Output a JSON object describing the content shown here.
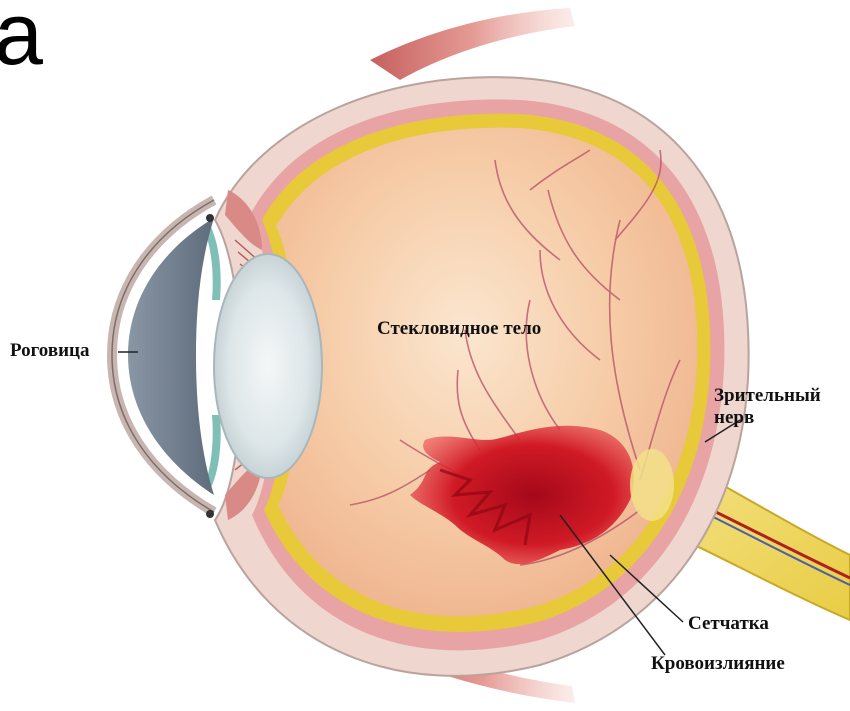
{
  "corner_text": "a",
  "labels": {
    "cornea": "Роговица",
    "vitreous_body": "Стекловидное тело",
    "optic_nerve_line1": "Зрительный",
    "optic_nerve_line2": "нерв",
    "retina": "Сетчатка",
    "hemorrhage": "Кровоизлияние"
  },
  "colors": {
    "sclera": "#efd6cf",
    "choroid": "#e8a3a4",
    "retina": "#e7c93a",
    "vitreous": "#f4c29b",
    "hemorrhage": "#c8141e",
    "cornea": "#7f8fa0",
    "lens": "#dfe6e9",
    "muscle": "#d77c7a"
  }
}
